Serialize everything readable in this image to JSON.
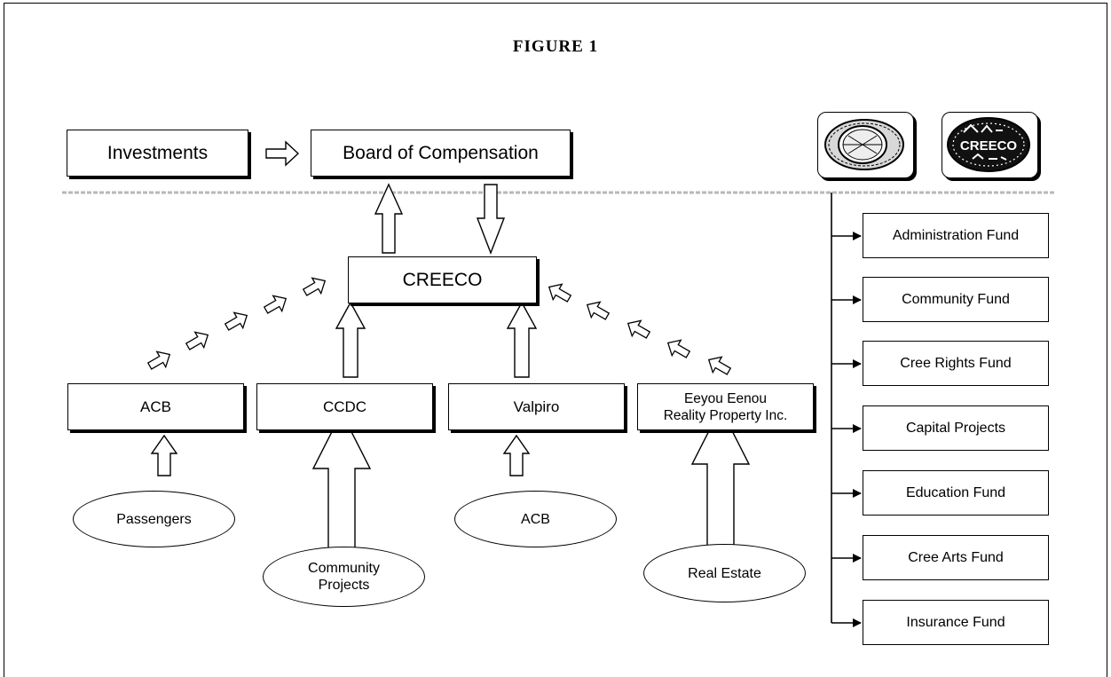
{
  "figure_title": "FIGURE 1",
  "top": {
    "investments": "Investments",
    "board": "Board of Compensation"
  },
  "center": "CREECO",
  "subsidiaries": [
    {
      "label": "ACB"
    },
    {
      "label": "CCDC"
    },
    {
      "label": "Valpiro"
    },
    {
      "label_line1": "Eeyou Eenou",
      "label_line2": "Reality Property Inc."
    }
  ],
  "sources": [
    {
      "label": "Passengers"
    },
    {
      "label_line1": "Community",
      "label_line2": "Projects"
    },
    {
      "label": "ACB"
    },
    {
      "label": "Real Estate"
    }
  ],
  "funds": [
    "Administration Fund",
    "Community Fund",
    "Cree Rights Fund",
    "Capital Projects",
    "Education Fund",
    "Cree Arts Fund",
    "Insurance Fund"
  ],
  "logos": [
    {
      "name": "drum-seal-logo"
    },
    {
      "name": "creeco-logo",
      "text": "CREECO"
    }
  ]
}
